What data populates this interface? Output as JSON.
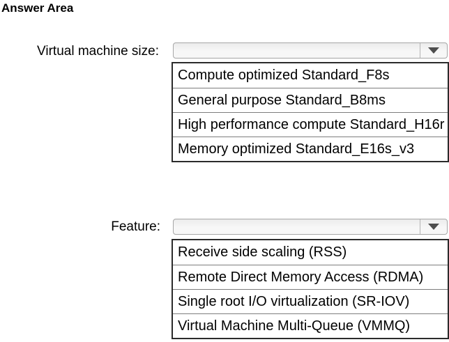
{
  "title": "Answer Area",
  "fields": [
    {
      "label": "Virtual machine size:",
      "value": "",
      "options": [
        "Compute optimized Standard_F8s",
        "General purpose Standard_B8ms",
        "High performance compute Standard_H16r",
        "Memory optimized Standard_E16s_v3"
      ]
    },
    {
      "label": "Feature:",
      "value": "",
      "options": [
        "Receive side scaling (RSS)",
        "Remote Direct Memory Access (RDMA)",
        "Single root I/O virtualization (SR-IOV)",
        "Virtual Machine Multi-Queue (VMMQ)"
      ]
    }
  ],
  "icons": {
    "dropdown_arrow": "caret-down"
  },
  "colors": {
    "text": "#000000",
    "dropdown_border": "#a6a6a6",
    "dropdown_fill_top": "#ebebeb",
    "dropdown_fill": "#f7f7f7",
    "dropdown_separator": "#b4b4b4",
    "arrow": "#4d4d4d",
    "listbox_border": "#2b2b2b",
    "divider": "#7d7d7d"
  }
}
